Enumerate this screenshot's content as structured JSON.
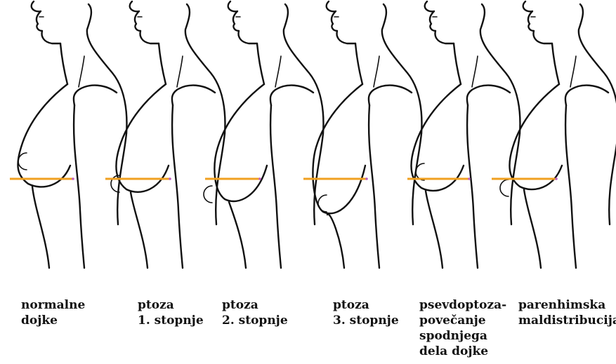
{
  "figures": [
    {
      "id": "normal",
      "caption": [
        "normalne",
        "dojke"
      ]
    },
    {
      "id": "ptosis-1",
      "caption": [
        "ptoza",
        "1. stopnje"
      ]
    },
    {
      "id": "ptosis-2",
      "caption": [
        "ptoza",
        "2. stopnje"
      ]
    },
    {
      "id": "ptosis-3",
      "caption": [
        "ptoza",
        "3. stopnje"
      ]
    },
    {
      "id": "pseudoptosis",
      "caption": [
        "psevdoptoza-",
        "povečanje",
        "spodnjega",
        "dela dojke"
      ]
    },
    {
      "id": "maldistribution",
      "caption": [
        "parenhimska",
        "maldistribucija"
      ]
    }
  ],
  "colors": {
    "outline": "#111111",
    "fold_line": "#f0a020",
    "marker": "#c060c0"
  }
}
